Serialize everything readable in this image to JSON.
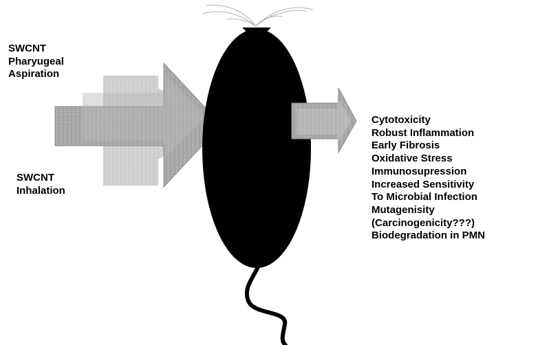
{
  "inputs": {
    "aspiration": [
      "SWCNT",
      "Pharyugeal",
      "Aspiration"
    ],
    "inhalation": [
      "SWCNT",
      "Inhalation"
    ]
  },
  "effects": [
    "Cytotoxicity",
    "Robust Inflammation",
    "Early Fibrosis",
    "Oxidative Stress",
    "Immunosupression",
    "Increased Sensitivity",
    "To Microbial Infection",
    "Mutagenisity",
    "(Carcinogenicity???)",
    "Biodegradation in PMN"
  ],
  "colors": {
    "organism": "#000000",
    "arrow_fill": "#a9a9a9",
    "arrow_edge": "#8a8a8a",
    "text": "#000000",
    "background": "#ffffff"
  }
}
